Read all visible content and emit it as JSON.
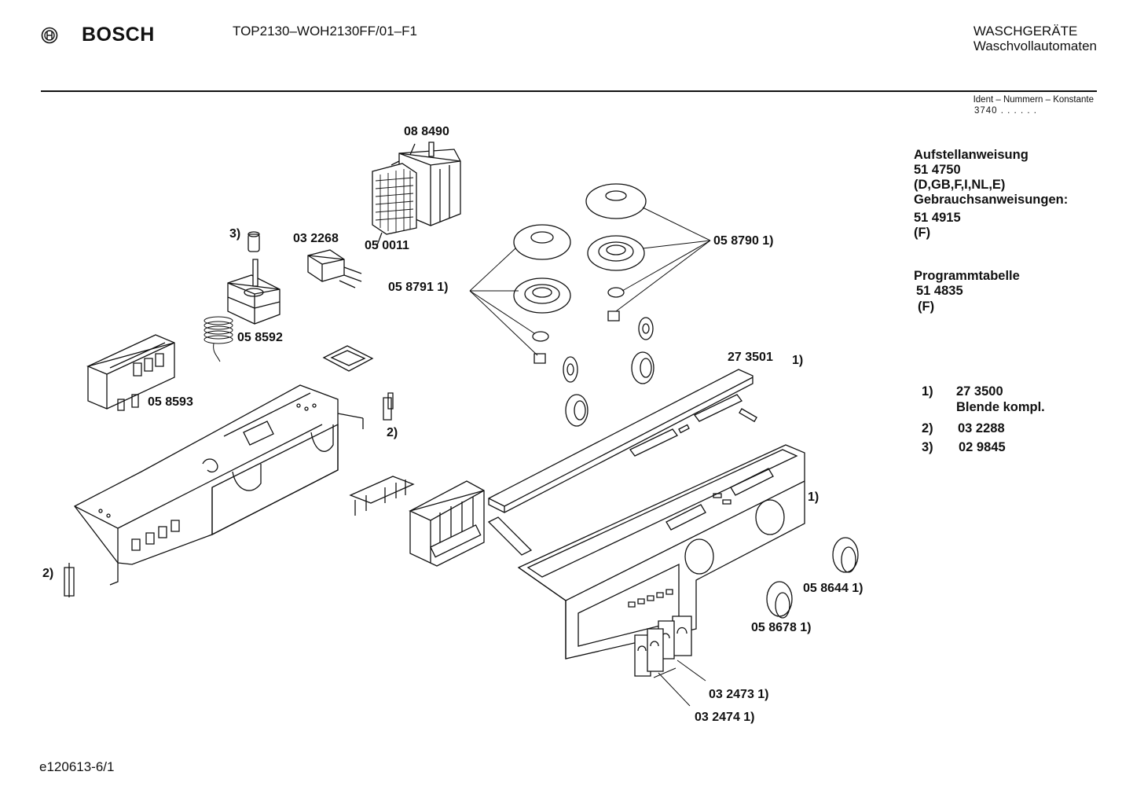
{
  "header": {
    "brand": "BOSCH",
    "model": "TOP2130–WOH2130FF/01–F1",
    "category": "WASCHGERÄTE",
    "subcategory": "Waschvollautomaten"
  },
  "ident": {
    "label": "Ident – Nummern – Konstante",
    "value": "3740 . .  . . . ."
  },
  "documents": {
    "setup_title": "Aufstellanweisung",
    "setup_number": "51 4750",
    "setup_languages": "(D,GB,F,I,NL,E)",
    "usage_title": "Gebrauchsanweisungen:",
    "usage_number": "51 4915",
    "usage_languages": "(F)",
    "program_title": "Programmtabelle",
    "program_number": "51 4835",
    "program_languages": "(F)"
  },
  "notes": [
    {
      "key": "1)",
      "line1": "27 3500",
      "line2": "Blende kompl."
    },
    {
      "key": "2)",
      "line1": "03 2288"
    },
    {
      "key": "3)",
      "line1": "02 9845"
    }
  ],
  "parts": {
    "p088490": "08 8490",
    "p050011": "05 0011",
    "p032268": "03 2268",
    "p3ref": "3)",
    "p058592": "05 8592",
    "p058593": "05 8593",
    "p058791": "05 8791 1)",
    "p058790": "05 8790 1)",
    "p273501": "27 3501",
    "p273501ref": "1)",
    "p2ref_upper": "2)",
    "p2ref_lower": "2)",
    "p1ref_panel": "1)",
    "p058644": "05 8644 1)",
    "p058678": "05 8678 1)",
    "p032473": "03 2473 1)",
    "p032474": "03 2474 1)"
  },
  "footer": {
    "code": "e120613-6/1"
  }
}
